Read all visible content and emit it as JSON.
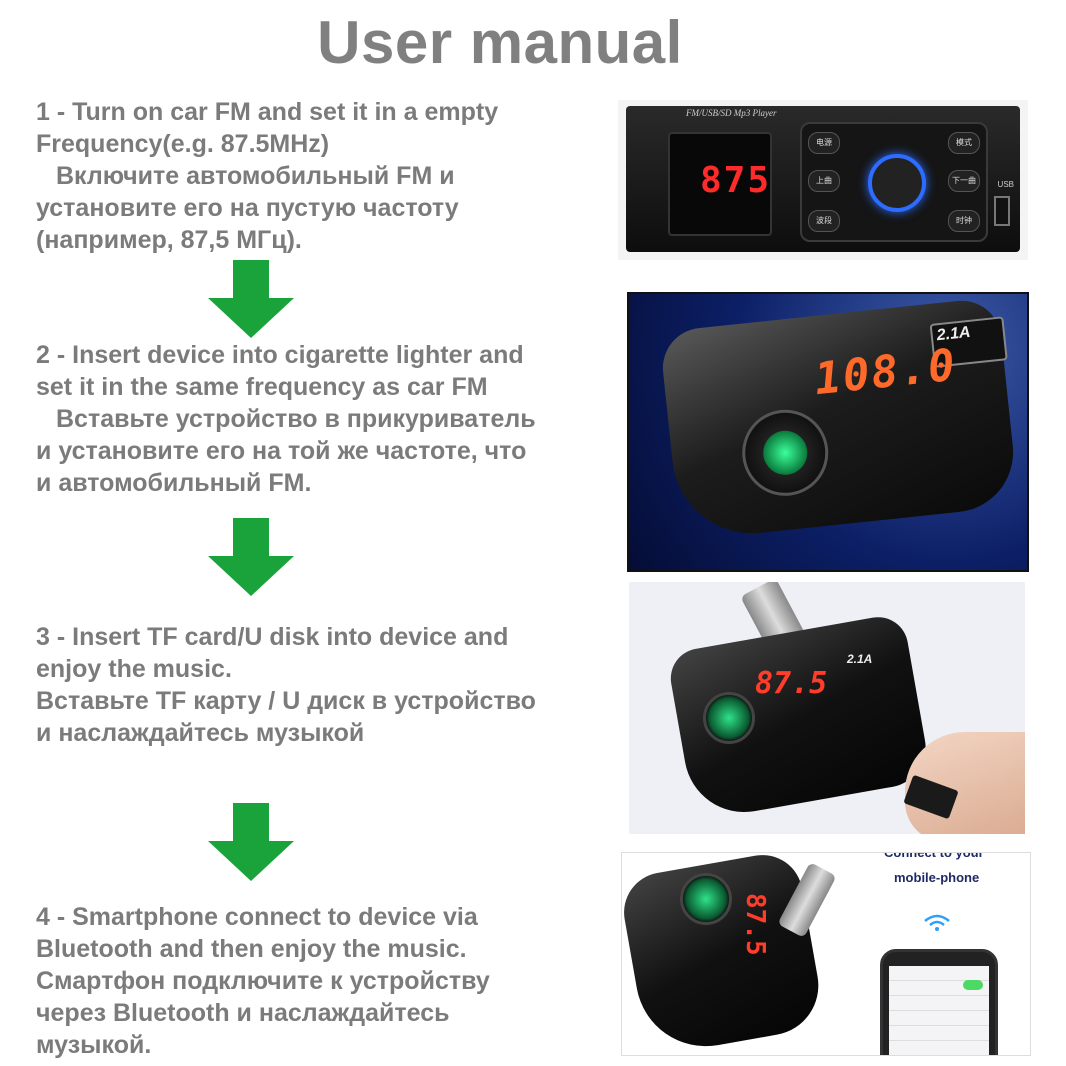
{
  "title": "User manual",
  "steps": [
    {
      "en": [
        "1 - Turn on car FM and set it in a empty",
        "Frequency(e.g. 87.5MHz)"
      ],
      "ru": [
        "Включите автомобильный FM и",
        "установите его на пустую частоту",
        "(например, 87,5 МГц)."
      ]
    },
    {
      "en": [
        "2 - Insert device into cigarette lighter and",
        "set it in the same frequency as car FM"
      ],
      "ru": [
        "Вставьте устройство в прикуриватель",
        "и установите его на той же частоте, что",
        "и автомобильный FM."
      ]
    },
    {
      "en": [
        "3 - Insert TF card/U disk into device and",
        "enjoy the music."
      ],
      "ru": [
        "Вставьте TF карту / U диск в устройство",
        "и наслаждайтесь музыкой"
      ]
    },
    {
      "en": [
        "4 - Smartphone connect to device via",
        "Bluetooth and then enjoy the music."
      ],
      "ru": [
        "Смартфон подключите к устройству",
        "через Bluetooth и наслаждайтесь",
        "музыкой."
      ]
    }
  ],
  "photos": {
    "radio": {
      "label": "FM/USB/SD Mp3 Player",
      "frequency": "875",
      "buttons": [
        "电源",
        "模式",
        "上曲",
        "下一曲",
        "波段",
        "时钟"
      ],
      "usb_label": "USB"
    },
    "transmitter_closeup": {
      "frequency": "108.0",
      "usb_label": "2.1A"
    },
    "transmitter_card": {
      "frequency": "87.5",
      "usb_label": "2.1A"
    },
    "transmitter_phone": {
      "frequency": "87.5",
      "caption_top": "Connect to your",
      "caption": "mobile-phone"
    }
  },
  "colors": {
    "text": "#7b7b7b",
    "title": "#808080",
    "arrow": "#1aa33a",
    "display_red": "#ff2a2a",
    "knob_ring": "#2d6cff"
  }
}
